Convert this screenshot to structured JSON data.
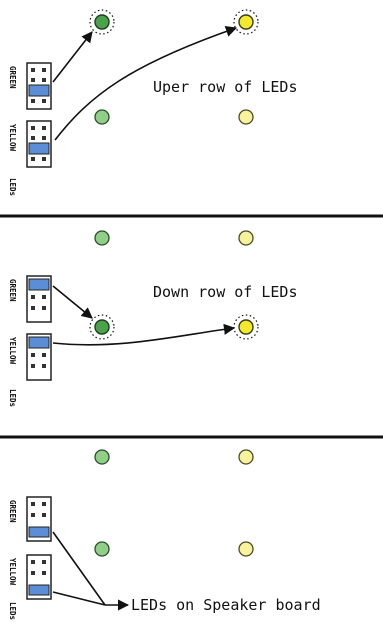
{
  "colors": {
    "background": "#ffffff",
    "divider": "#111111",
    "led_green": "#6db86a",
    "led_green_dim": "#8fcf86",
    "led_yellow": "#f4ef6a",
    "led_yellow_dim": "#f7f39a",
    "jumper_cap": "#5b8ed6",
    "header_pin": "#333333",
    "arrow": "#111111"
  },
  "panels": [
    {
      "caption": "Uper row of LEDs",
      "connector_labels": {
        "green": "GREEN",
        "yellow": "YELLOW",
        "leds": "LEDs"
      },
      "jumper_green": "bottom",
      "jumper_yellow": "bottom",
      "lit_row": "upper"
    },
    {
      "caption": "Down row of LEDs",
      "connector_labels": {
        "green": "GREEN",
        "yellow": "YELLOW",
        "leds": "LEDs"
      },
      "jumper_green": "top",
      "jumper_yellow": "top",
      "lit_row": "lower"
    },
    {
      "caption": "LEDs on Speaker board",
      "connector_labels": {
        "green": "GREEN",
        "yellow": "YELLOW",
        "leds": "LEDs"
      },
      "jumper_green": "bottom2",
      "jumper_yellow": "bottom2",
      "lit_row": "none"
    }
  ]
}
